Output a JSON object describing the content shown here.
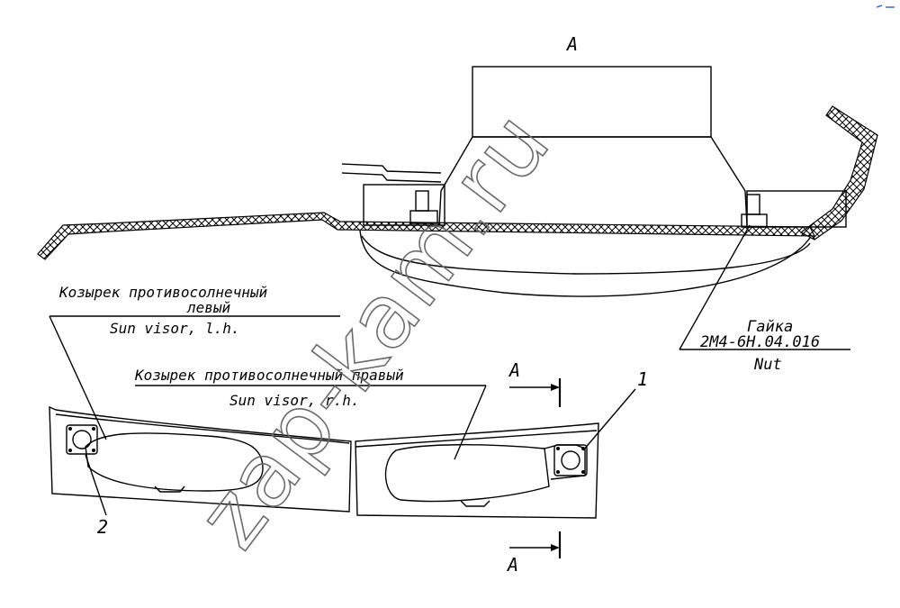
{
  "section_view": {
    "title": "А",
    "nut_label_ru": "Гайка",
    "nut_part_number": "2М4-6Н.04.016",
    "nut_label_en": "Nut"
  },
  "left_visor": {
    "label_ru_line1": "Козырек противосолнечный",
    "label_ru_line2": "левый",
    "label_en": "Sun visor, l.h.",
    "callout_number": "2"
  },
  "right_visor": {
    "label_ru": "Козырек противосолнечный правый",
    "label_en": "Sun visor, r.h.",
    "callout_number": "1"
  },
  "section_markers": {
    "top_label": "А",
    "bottom_label": "А"
  },
  "watermark": {
    "text": "zap-kam.ru"
  }
}
